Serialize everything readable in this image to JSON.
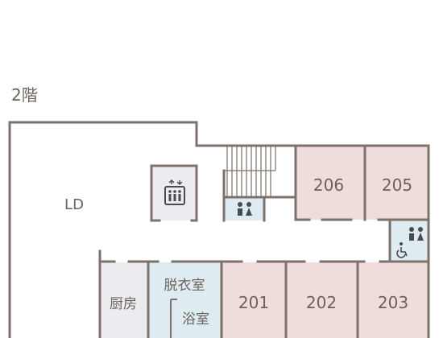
{
  "floor_label": "2階",
  "colors": {
    "wall": "#7c716b",
    "room_pink": "#f0dcda",
    "room_blue": "#deebf1",
    "room_gray": "#ebebf0",
    "text": "#6a625c",
    "icon": "#4a4a50"
  },
  "rooms": {
    "ld": "LD",
    "kitchen": "厨房",
    "dressing": "脱衣室",
    "bath": "浴室",
    "r201": "201",
    "r202": "202",
    "r203": "203",
    "r205": "205",
    "r206": "206"
  },
  "icons": {
    "elevator": "elevator-icon",
    "restroom": "restroom-icon",
    "accessible_restroom": "accessible-restroom-icon"
  }
}
